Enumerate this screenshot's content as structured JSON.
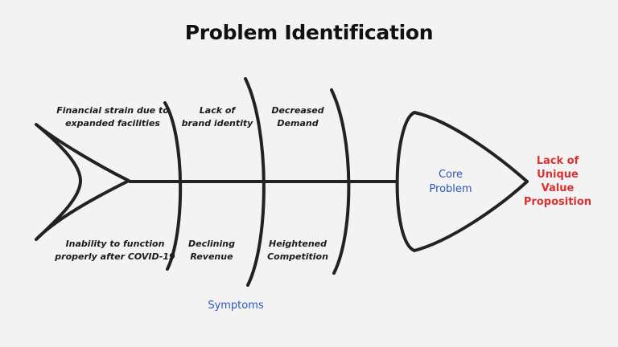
{
  "title": "Problem Identification",
  "causes": [
    {
      "line1": "Financial strain due to",
      "line2": "expanded facilities"
    },
    {
      "line1": "Lack of",
      "line2": "brand identity"
    },
    {
      "line1": "Decreased",
      "line2": "Demand"
    },
    {
      "line1": "Inability to function",
      "line2": "properly after COVID-19"
    },
    {
      "line1": "Declining",
      "line2": "Revenue"
    },
    {
      "line1": "Heightened",
      "line2": "Competition"
    }
  ],
  "symptoms_label": "Symptoms",
  "core_problem": {
    "line1": "Core",
    "line2": "Problem"
  },
  "effect": {
    "line1": "Lack of",
    "line2": "Unique",
    "line3": "Value",
    "line4": "Proposition"
  },
  "colors": {
    "line": "#222222",
    "blue": "#2b58b8",
    "red": "#d93232"
  }
}
